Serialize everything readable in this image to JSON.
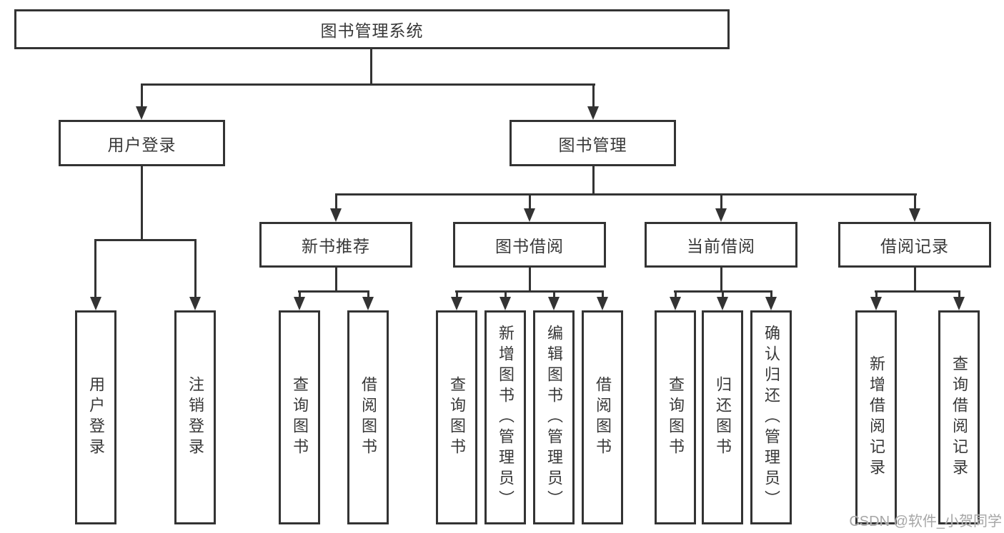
{
  "tree": {
    "label": "图书管理系统",
    "children": [
      {
        "label": "用户登录",
        "children": [
          {
            "label": "用户登录"
          },
          {
            "label": "注销登录"
          }
        ]
      },
      {
        "label": "图书管理",
        "children": [
          {
            "label": "新书推荐",
            "children": [
              {
                "label": "查询图书"
              },
              {
                "label": "借阅图书"
              }
            ]
          },
          {
            "label": "图书借阅",
            "children": [
              {
                "label": "查询图书"
              },
              {
                "label": "新增图书（管理员）"
              },
              {
                "label": "编辑图书（管理员）"
              },
              {
                "label": "借阅图书"
              }
            ]
          },
          {
            "label": "当前借阅",
            "children": [
              {
                "label": "查询图书"
              },
              {
                "label": "归还图书"
              },
              {
                "label": "确认归还（管理员）"
              }
            ]
          },
          {
            "label": "借阅记录",
            "children": [
              {
                "label": "新增借阅记录"
              },
              {
                "label": "查询借阅记录"
              }
            ]
          }
        ]
      }
    ]
  },
  "watermark": "CSDN @软件_小贺同学",
  "colors": {
    "line": "#333333",
    "text": "#383838",
    "background": "#ffffff",
    "watermark": "#a6a6a6"
  }
}
